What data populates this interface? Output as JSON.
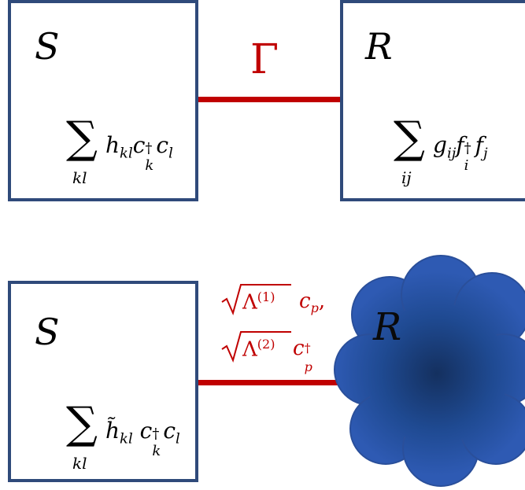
{
  "top": {
    "system_label": "S",
    "system_hamiltonian": {
      "sum_sub": "kl",
      "term": "h",
      "term_sub": "kl",
      "op1": "c",
      "op1_sup": "†",
      "op1_sub": "k",
      "op2": "c",
      "op2_sub": "l"
    },
    "coupling_label": "Γ",
    "reservoir_label": "R",
    "reservoir_hamiltonian": {
      "sum_sub": "ij",
      "term": "g",
      "term_sub": "ij",
      "op1": "f",
      "op1_sup": "†",
      "op1_sub": "i",
      "op2": "f",
      "op2_sub": "j"
    }
  },
  "bottom": {
    "system_label": "S",
    "system_hamiltonian": {
      "sum_sub": "kl",
      "term": "h̃",
      "term_sub": "kl",
      "op1": "c",
      "op1_sup": "†",
      "op1_sub": "k",
      "op2": "c",
      "op2_sub": "l"
    },
    "coupling_line1": {
      "sqrt_arg": "Λ",
      "sup": "(1)",
      "op": "c",
      "op_sub": "p",
      "tail": ","
    },
    "coupling_line2": {
      "sqrt_arg": "Λ",
      "sup": "(2)",
      "op": "c",
      "op_sup": "†",
      "op_sub": "p"
    },
    "reservoir_label": "R"
  },
  "colors": {
    "box_border": "#2f4a7a",
    "coupling": "#c00000",
    "cloud_edge": "#2e5ab3",
    "cloud_center": "#14305f"
  }
}
